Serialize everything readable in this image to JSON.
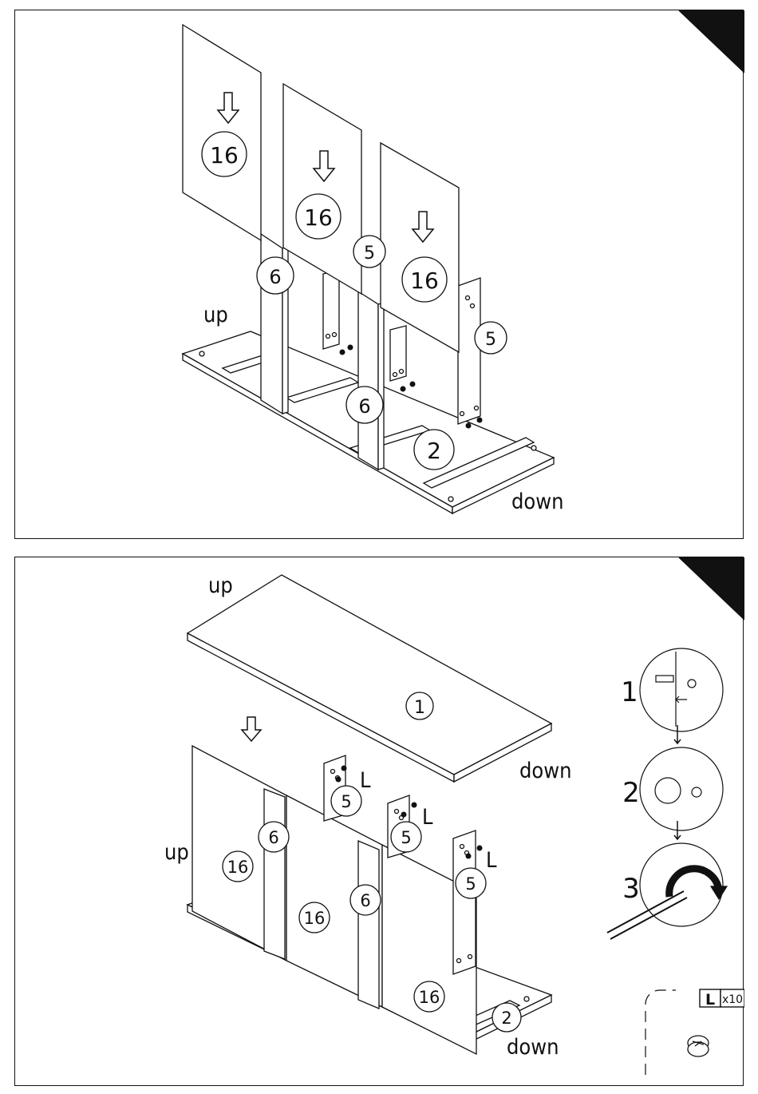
{
  "step1": {
    "labels": {
      "up": "up",
      "down": "down"
    },
    "parts": {
      "top_panel": "16",
      "side_panel": "6",
      "bracket": "5",
      "base": "2"
    }
  },
  "step2": {
    "labels": {
      "up_top": "up",
      "down_top": "down",
      "up_side": "up",
      "down_bottom": "down"
    },
    "parts": {
      "top": "1",
      "panel": "16",
      "side": "6",
      "bracket": "5",
      "base": "2"
    },
    "hardware_letter": "L",
    "cam_steps": [
      "1",
      "2",
      "3"
    ],
    "hardware_box": {
      "code": "L",
      "qty": "x10"
    }
  }
}
